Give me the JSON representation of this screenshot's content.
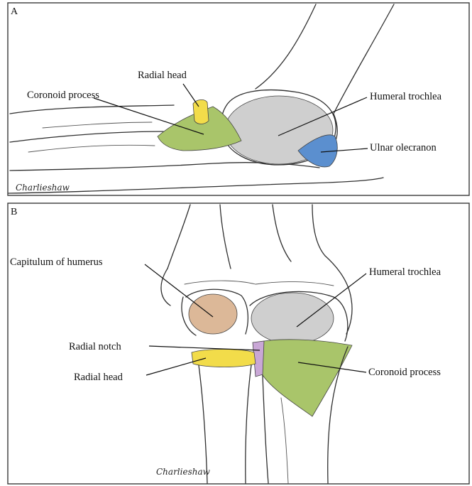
{
  "colors": {
    "radial_head": "#f2dc4a",
    "coronoid_process": "#a9c56a",
    "humeral_trochlea": "#cfcfcf",
    "ulnar_olecranon": "#5b8fcf",
    "capitulum": "#dcb898",
    "radial_notch": "#c9a7d6"
  },
  "panel_a": {
    "letter": "A",
    "labels": {
      "radial_head": "Radial head",
      "coronoid_process": "Coronoid process",
      "humeral_trochlea": "Humeral trochlea",
      "ulnar_olecranon": "Ulnar olecranon"
    },
    "signature": "Charlieshaw"
  },
  "panel_b": {
    "letter": "B",
    "labels": {
      "capitulum": "Capitulum of humerus",
      "humeral_trochlea": "Humeral trochlea",
      "radial_notch": "Radial notch",
      "radial_head": "Radial head",
      "coronoid_process": "Coronoid process"
    },
    "signature": "Charlieshaw"
  }
}
